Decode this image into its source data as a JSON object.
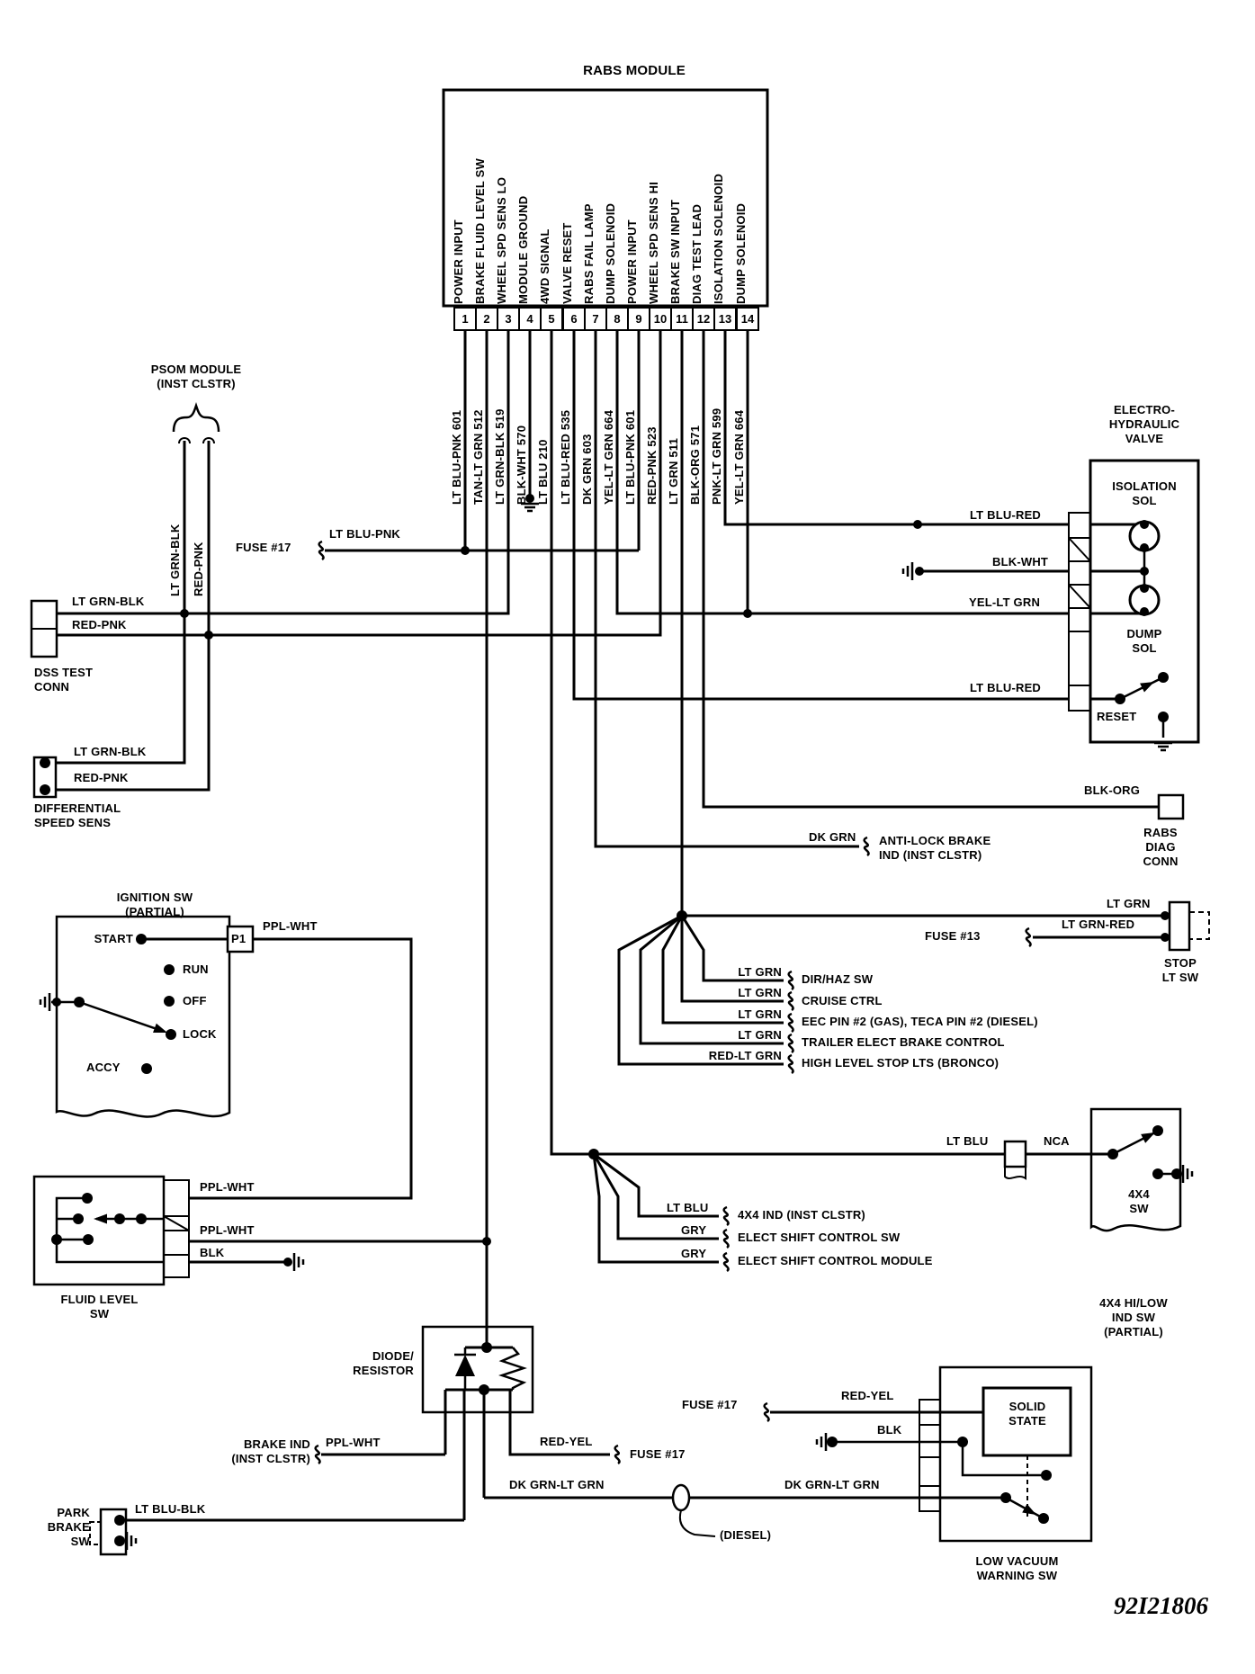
{
  "module": {
    "title": "RABS MODULE",
    "pins": [
      {
        "num": "1",
        "name": "POWER INPUT",
        "wire": "LT BLU-PNK 601"
      },
      {
        "num": "2",
        "name": "BRAKE FLUID LEVEL SW",
        "wire": "TAN-LT GRN 512"
      },
      {
        "num": "3",
        "name": "WHEEL SPD SENS LO",
        "wire": "LT GRN-BLK 519"
      },
      {
        "num": "4",
        "name": "MODULE GROUND",
        "wire": "BLK-WHT 570"
      },
      {
        "num": "5",
        "name": "4WD SIGNAL",
        "wire": "LT BLU 210"
      },
      {
        "num": "6",
        "name": "VALVE RESET",
        "wire": "LT BLU-RED 535"
      },
      {
        "num": "7",
        "name": "RABS FAIL LAMP",
        "wire": "DK GRN 603"
      },
      {
        "num": "8",
        "name": "DUMP SOLENOID",
        "wire": "YEL-LT GRN 664"
      },
      {
        "num": "9",
        "name": "POWER INPUT",
        "wire": "LT BLU-PNK 601"
      },
      {
        "num": "10",
        "name": "WHEEL SPD SENS HI",
        "wire": "RED-PNK 523"
      },
      {
        "num": "11",
        "name": "BRAKE SW INPUT",
        "wire": "LT GRN 511"
      },
      {
        "num": "12",
        "name": "DIAG TEST LEAD",
        "wire": "BLK-ORG 571"
      },
      {
        "num": "13",
        "name": "ISOLATION SOLENOID",
        "wire": "PNK-LT GRN 599"
      },
      {
        "num": "14",
        "name": "DUMP SOLENOID",
        "wire": "YEL-LT GRN 664"
      }
    ]
  },
  "labels": {
    "psom_title": "PSOM MODULE\n(INST CLSTR)",
    "psom_w1": "LT GRN-BLK",
    "psom_w2": "RED-PNK",
    "fuse17_top": "FUSE #17",
    "fuse17_top_wire": "LT BLU-PNK",
    "dss_conn": "DSS TEST\nCONN",
    "dss_w1": "LT GRN-BLK",
    "dss_w2": "RED-PNK",
    "diff_w1": "LT GRN-BLK",
    "diff_w2": "RED-PNK",
    "diff_name": "DIFFERENTIAL\nSPEED SENS",
    "ign_title": "IGNITION SW\n(PARTIAL)",
    "ign_start": "START",
    "ign_p1": "P1",
    "ign_p1_wire": "PPL-WHT",
    "ign_run": "RUN",
    "ign_off": "OFF",
    "ign_lock": "LOCK",
    "ign_accy": "ACCY",
    "ehv_title": "ELECTRO-\nHYDRAULIC\nVALVE",
    "ehv_iso": "ISOLATION\nSOL",
    "ehv_w1": "LT BLU-RED",
    "ehv_w2": "BLK-WHT",
    "ehv_w3": "YEL-LT GRN",
    "ehv_dump": "DUMP\nSOL",
    "ehv_w4": "LT BLU-RED",
    "ehv_reset": "RESET",
    "rabsdiag_wire": "BLK-ORG",
    "rabsdiag": "RABS\nDIAG\nCONN",
    "antilock_wire": "DK GRN",
    "antilock": "ANTI-LOCK BRAKE\nIND (INST CLSTR)",
    "stop_w1": "LT GRN",
    "fuse13": "FUSE #13",
    "stop_w2": "LT GRN-RED",
    "stop_sw": "STOP\nLT SW",
    "br_w1": "LT GRN",
    "br_w2": "LT GRN",
    "br_w3": "LT GRN",
    "br_w4": "LT GRN",
    "br_w5": "RED-LT GRN",
    "br_t1": "DIR/HAZ SW",
    "br_t2": "CRUISE CTRL",
    "br_t3": "EEC PIN #2 (GAS), TECA PIN #2 (DIESEL)",
    "br_t4": "TRAILER ELECT BRAKE CONTROL",
    "br_t5": "HIGH LEVEL STOP LTS (BRONCO)",
    "ltblu_main": "LT BLU",
    "nca": "NCA",
    "x4_sw": "4X4\nSW",
    "x4_ind_sw": "4X4 HI/LOW\nIND SW\n(PARTIAL)",
    "f_ltblu": "LT BLU",
    "f_gry1": "GRY",
    "f_gry2": "GRY",
    "f_t1": "4X4 IND (INST CLSTR)",
    "f_t2": "ELECT SHIFT CONTROL SW",
    "f_t3": "ELECT SHIFT CONTROL MODULE",
    "fl_w1": "PPL-WHT",
    "fl_w2": "PPL-WHT",
    "fl_w3": "BLK",
    "fluid_name": "FLUID LEVEL\nSW",
    "diode_name": "DIODE/\nRESISTOR",
    "brakeind": "BRAKE IND\n(INST CLSTR)",
    "brakeind_wire": "PPL-WHT",
    "redyel_mid": "RED-YEL",
    "fuse17_mid": "FUSE #17",
    "dkgrnlt1": "DK GRN-LT GRN",
    "park_name": "PARK\nBRAKE\nSW",
    "park_wire": "LT BLU-BLK",
    "diesel": "(DIESEL)",
    "dkgrnlt2": "DK GRN-LT GRN",
    "fuse17_bot": "FUSE #17",
    "redyel_bot": "RED-YEL",
    "blk_bot": "BLK",
    "solidstate": "SOLID\nSTATE",
    "lowvac": "LOW VACUUM\nWARNING SW",
    "part_number": "92I21806"
  }
}
